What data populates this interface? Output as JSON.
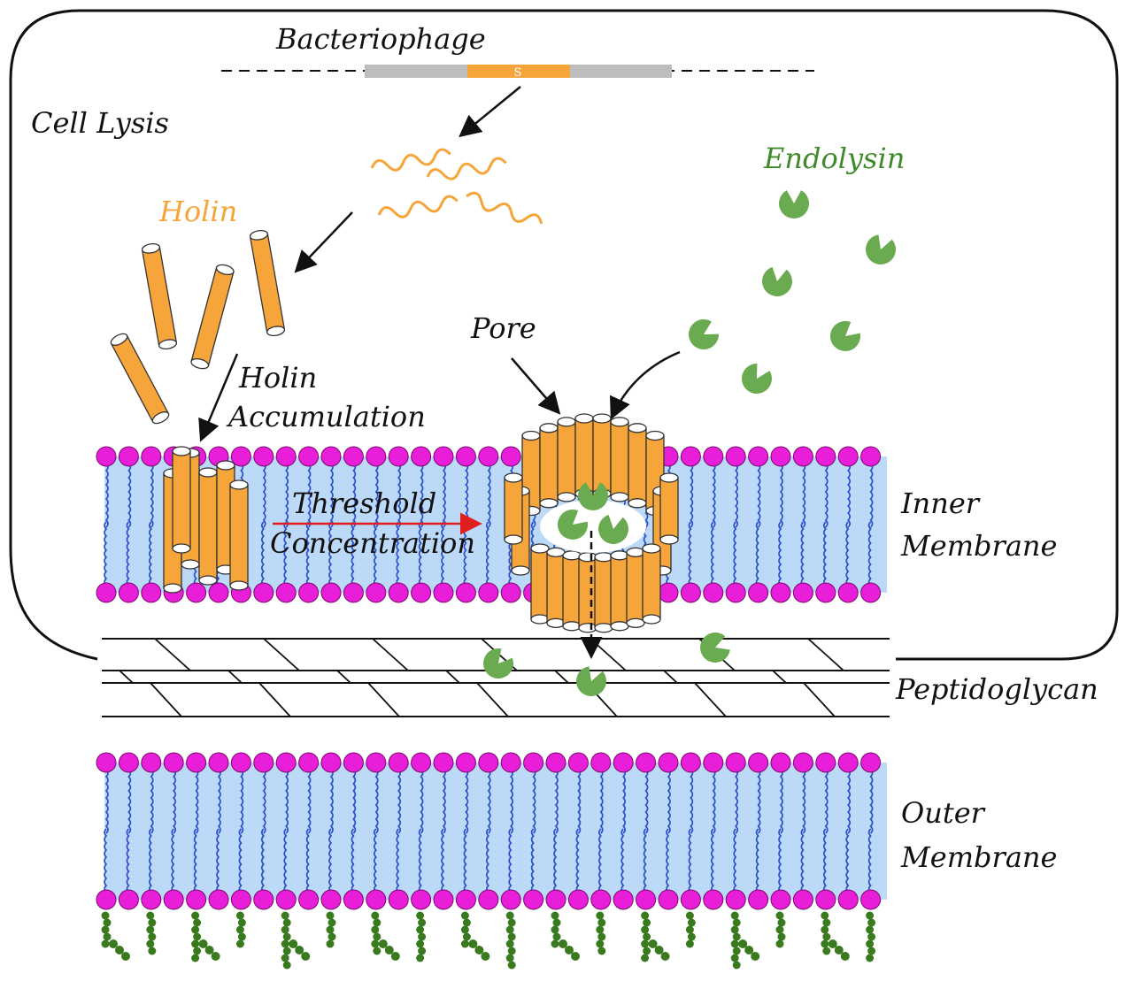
{
  "labels": {
    "bacteriophage": "Bacteriophage",
    "gene_marker": "S",
    "cell_lysis": "Cell Lysis",
    "holin": "Holin",
    "endolysin": "Endolysin",
    "pore": "Pore",
    "holin_accumulation_1": "Holin",
    "holin_accumulation_2": "Accumulation",
    "threshold_1": "Threshold",
    "threshold_2": "Concentration",
    "inner_membrane_1": "Inner",
    "inner_membrane_2": "Membrane",
    "peptidoglycan": "Peptidoglycan",
    "outer_membrane_1": "Outer",
    "outer_membrane_2": "Membrane"
  },
  "colors": {
    "holin": "#f5a53a",
    "endolysin": "#6aaa50",
    "lipid_head": "#e81ed8",
    "lipid_tail": "#2b4fc9",
    "membrane_fill": "#bcd9f7",
    "lps": "#3a7a1e",
    "threshold_arrow": "#e02020",
    "dna": "#bdbdbd"
  }
}
